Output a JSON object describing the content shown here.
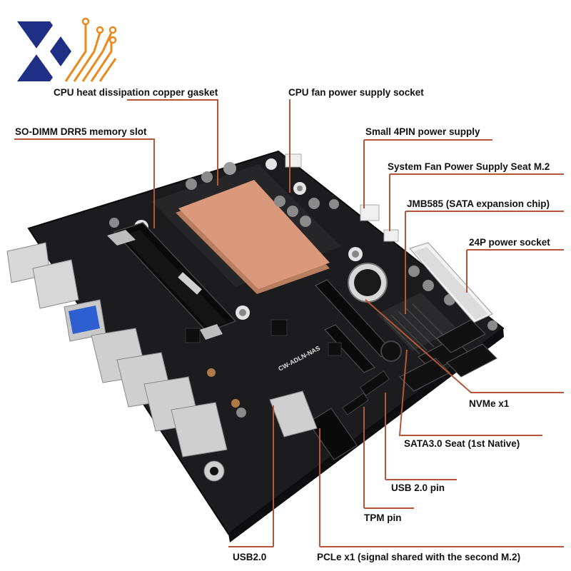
{
  "colors": {
    "logo_blue": "#1f2f86",
    "logo_orange": "#e88a1d",
    "pcb": "#1c1c1e",
    "copper_gasket": "#d9997a",
    "leader": "#b5563a"
  },
  "logo": {
    "icon": "circuit-x-logo"
  },
  "labels": {
    "cpu_gasket": "CPU heat dissipation copper gasket",
    "cpu_fan": "CPU fan power supply socket",
    "sodimm": "SO-DIMM DRR5 memory slot",
    "small_4pin": "Small 4PIN power supply",
    "sys_fan": "System Fan Power Supply Seat M.2",
    "jmb585": "JMB585 (SATA expansion chip)",
    "p24": "24P power socket",
    "nvme": "NVMe x1",
    "sata": "SATA3.0 Seat (1st Native)",
    "usb20pin": "USB 2.0 pin",
    "tpm": "TPM pin",
    "usb2": "USB2.0",
    "pcie": "PCLe x1 (signal shared with the second M.2)"
  },
  "board": {
    "silkscreen": "CW-ADLN-NAS"
  }
}
